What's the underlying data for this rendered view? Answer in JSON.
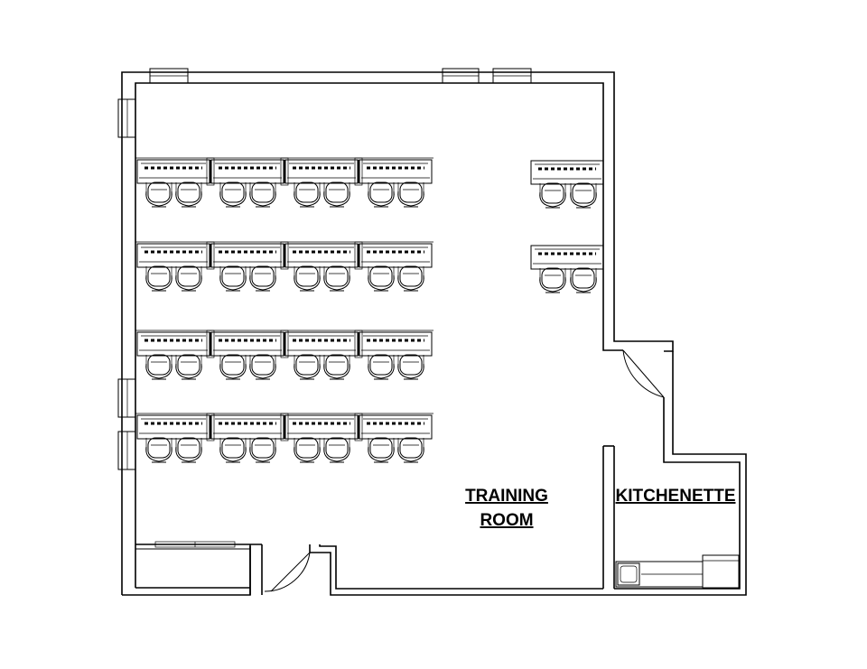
{
  "rooms": {
    "training": {
      "line1": "TRAINING",
      "line2": "ROOM"
    },
    "kitchen": {
      "label": "KITCHENETTE"
    }
  },
  "colors": {
    "ink": "#000000",
    "paper": "#ffffff"
  },
  "icons": [
    "desk-icon",
    "chair-icon",
    "door-swing-icon",
    "window-icon",
    "sink-icon",
    "appliance-icon"
  ]
}
